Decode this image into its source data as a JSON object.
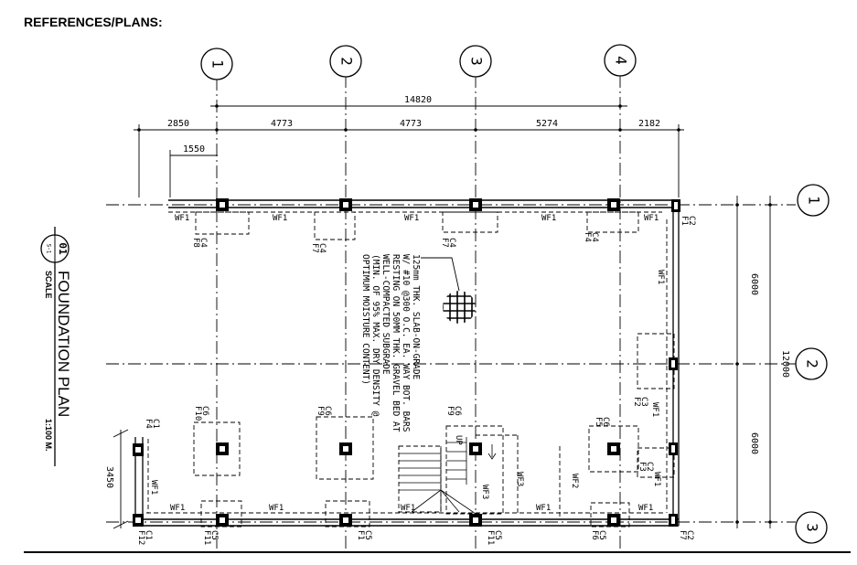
{
  "header": {
    "title": "REFERENCES/PLANS:"
  },
  "title_block": {
    "number": "01",
    "sheet": "S-1",
    "title": "FOUNDATION PLAN",
    "scale_label": "SCALE",
    "scale": "1:100 M."
  },
  "grid": {
    "vertical": [
      "1",
      "2",
      "3",
      "4"
    ],
    "horizontal": [
      "1",
      "2",
      "3"
    ]
  },
  "dimensions": {
    "overall": "14820",
    "bays": [
      "2850",
      "4773",
      "4773",
      "5274",
      "2182"
    ],
    "left_offset": "1550",
    "right_bays": [
      "6000",
      "6000"
    ],
    "right_overall": "12000",
    "stair_left": "3450"
  },
  "note": {
    "lines": [
      "125mm THK. SLAB-ON-GRADE",
      "W/ #10 @300 O.C. EA. WAY BOT. BARS",
      "RESTING ON 50MM THK. GRAVEL BED AT",
      "WELL-COMPACTED SUBGRADE",
      "(MIN. OF 95% MAX. DRY DENSITY @",
      "OPTIMUM MOISTURE CONTENT)"
    ]
  },
  "labels": {
    "wf1": "WF1",
    "wf2": "WF2",
    "wf3": "WF3",
    "c1": "C1",
    "c2": "C2",
    "c3": "C3",
    "c4": "C4",
    "c5": "C5",
    "c6": "C6",
    "f1": "F1",
    "f2": "F2",
    "f3": "F3",
    "f4": "F4",
    "f5": "F5",
    "f6": "F6",
    "f7": "F7",
    "f8": "F8",
    "f9": "F9",
    "f10": "F10",
    "f11": "F11",
    "f12": "F12",
    "up": "UP"
  }
}
